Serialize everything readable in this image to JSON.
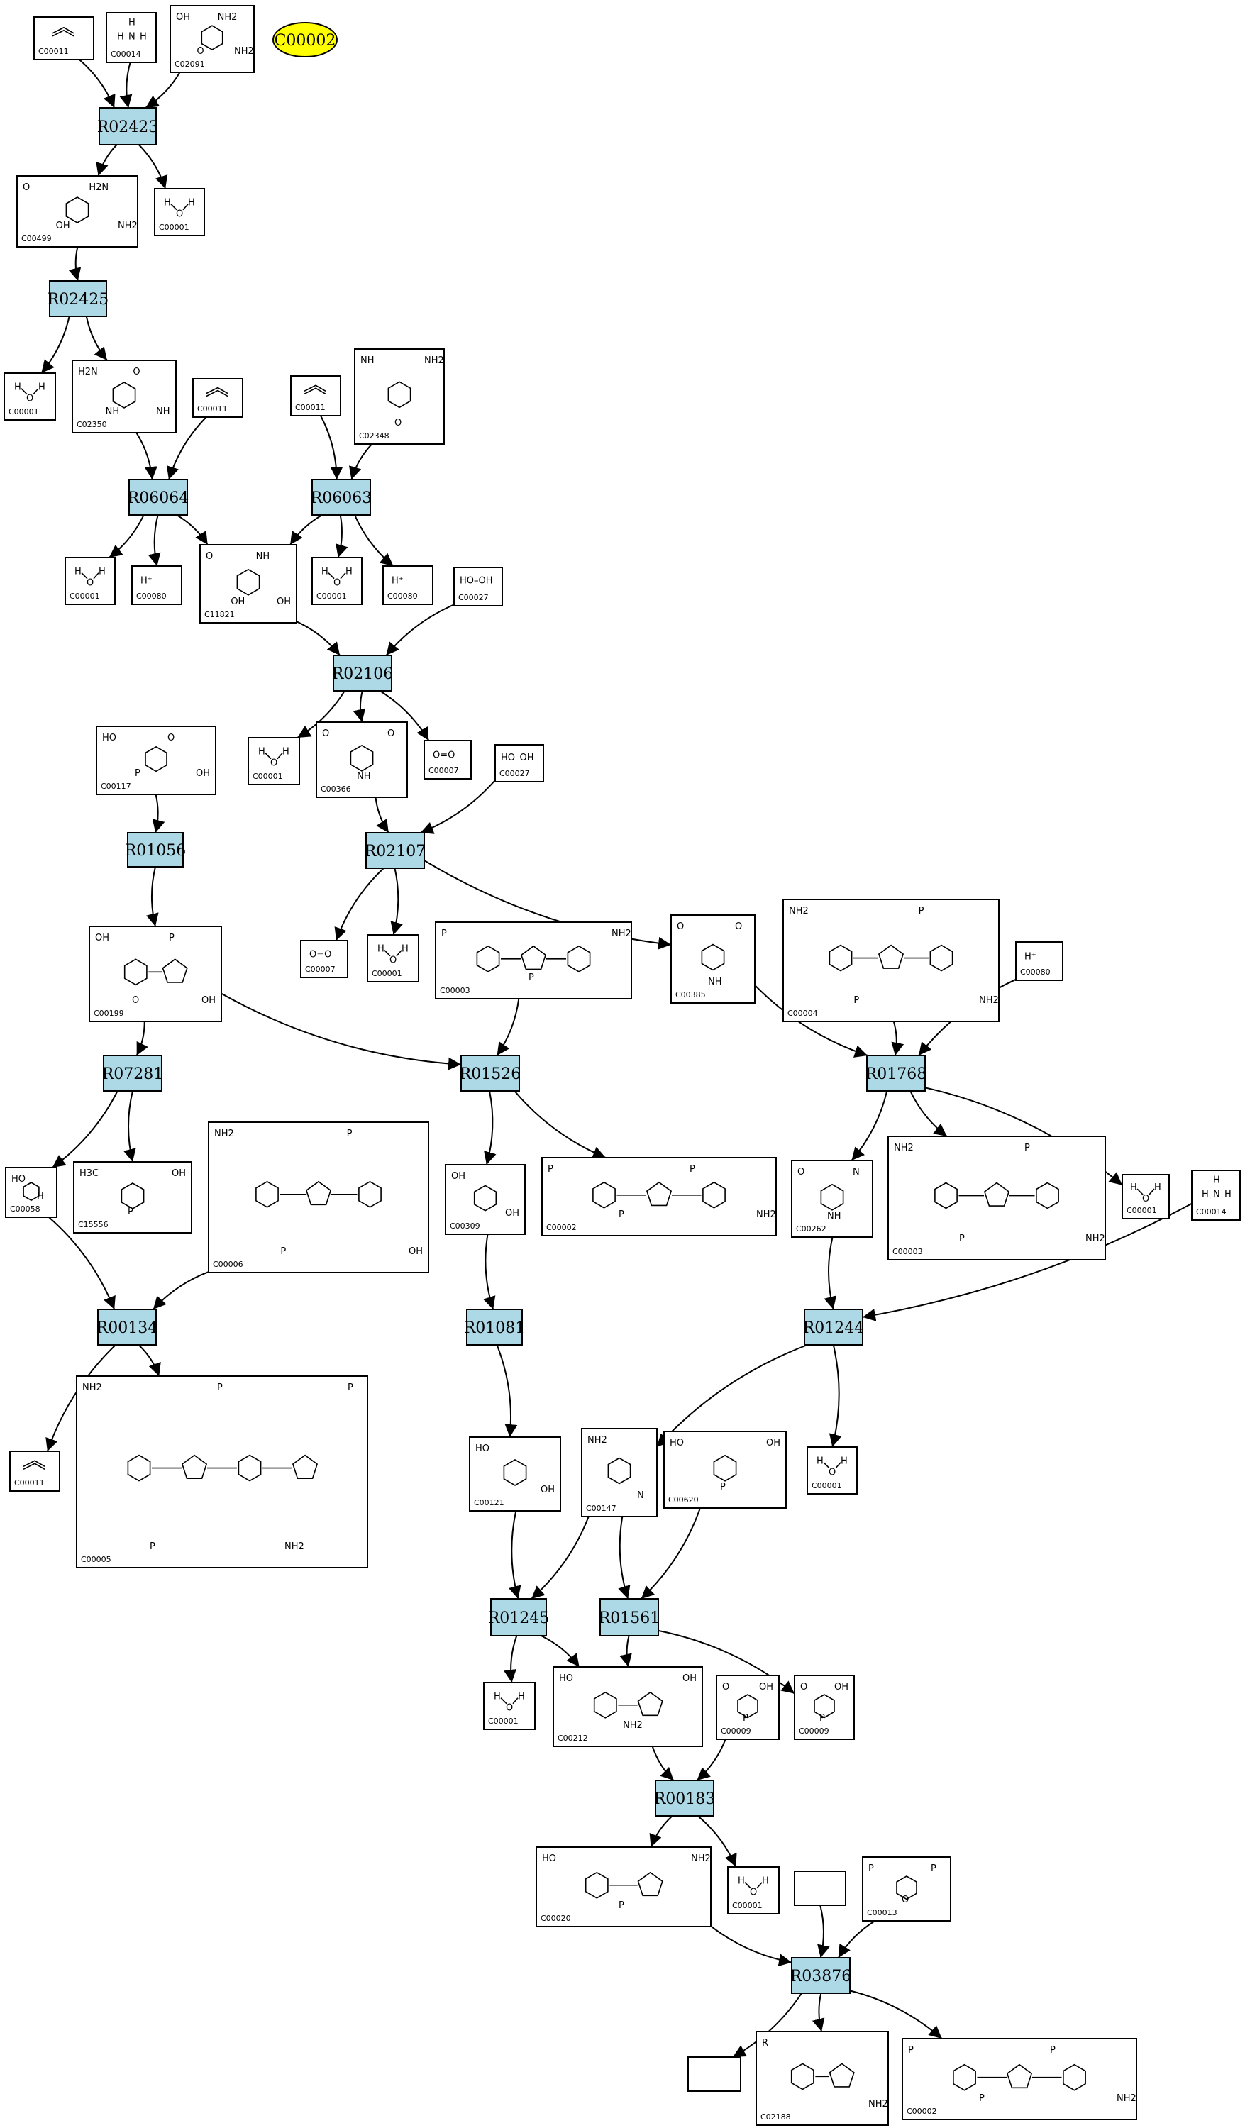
{
  "diagram": {
    "highlighted": "C00002",
    "colors": {
      "reaction": "#add8e6",
      "highlight": "#ffff00",
      "compound": "#ffffff"
    },
    "compounds": [
      {
        "id": "c00011_a",
        "label": "C00011",
        "formula": "O=C=O"
      },
      {
        "id": "c00014_a",
        "label": "C00014",
        "formula": "H-N(H)-H"
      },
      {
        "id": "c02091",
        "label": "C02091",
        "formula": "OH O NH2 NH2"
      },
      {
        "id": "c00499",
        "label": "C00499",
        "formula": "O OH H2N NH2"
      },
      {
        "id": "c00001_a",
        "label": "C00001",
        "formula": "H-O-H"
      },
      {
        "id": "c00001_b",
        "label": "C00001",
        "formula": "H-O-H"
      },
      {
        "id": "c02350",
        "label": "C02350",
        "formula": "H2N NH O NH"
      },
      {
        "id": "c00011_b",
        "label": "C00011",
        "formula": "O=C=O"
      },
      {
        "id": "c00011_c",
        "label": "C00011",
        "formula": "O=C=O"
      },
      {
        "id": "c02348",
        "label": "C02348",
        "formula": "NH O NH2"
      },
      {
        "id": "c00001_c",
        "label": "C00001",
        "formula": "H-O-H"
      },
      {
        "id": "c00080_a",
        "label": "C00080",
        "formula": "H+"
      },
      {
        "id": "c11821",
        "label": "C11821",
        "formula": "O OH NH OH"
      },
      {
        "id": "c00001_d",
        "label": "C00001",
        "formula": "H-O-H"
      },
      {
        "id": "c00080_b",
        "label": "C00080",
        "formula": "H+"
      },
      {
        "id": "c00027_a",
        "label": "C00027",
        "formula": "HO-OH"
      },
      {
        "id": "c00117",
        "label": "C00117",
        "formula": "HO P O OH"
      },
      {
        "id": "c00001_e",
        "label": "C00001",
        "formula": "H-O-H"
      },
      {
        "id": "c00366",
        "label": "C00366",
        "formula": "O NH O"
      },
      {
        "id": "c00007_a",
        "label": "C00007",
        "formula": "O=O"
      },
      {
        "id": "c00027_b",
        "label": "C00027",
        "formula": "HO-OH"
      },
      {
        "id": "c00199",
        "label": "C00199",
        "formula": "OH O P OH"
      },
      {
        "id": "c00007_b",
        "label": "C00007",
        "formula": "O=O"
      },
      {
        "id": "c00001_f",
        "label": "C00001",
        "formula": "H-O-H"
      },
      {
        "id": "c00003_a",
        "label": "C00003",
        "formula": "P P NH2"
      },
      {
        "id": "c00385",
        "label": "C00385",
        "formula": "O NH O"
      },
      {
        "id": "c00004",
        "label": "C00004",
        "formula": "NH2 P P NH2"
      },
      {
        "id": "c00080_c",
        "label": "C00080",
        "formula": "H+"
      },
      {
        "id": "c00058",
        "label": "C00058",
        "formula": "HO H"
      },
      {
        "id": "c15556",
        "label": "C15556",
        "formula": "H3C P OH"
      },
      {
        "id": "c00006",
        "label": "C00006",
        "formula": "NH2 P P OH"
      },
      {
        "id": "c00309",
        "label": "C00309",
        "formula": "OH OH"
      },
      {
        "id": "c00002_a",
        "label": "C00002",
        "formula": "P P P NH2"
      },
      {
        "id": "c00262",
        "label": "C00262",
        "formula": "O NH N"
      },
      {
        "id": "c00003_b",
        "label": "C00003",
        "formula": "NH2 P P NH2"
      },
      {
        "id": "c00001_g",
        "label": "C00001",
        "formula": "H-O-H"
      },
      {
        "id": "c00014_b",
        "label": "C00014",
        "formula": "H-N(H)-H"
      },
      {
        "id": "c00011_d",
        "label": "C00011",
        "formula": "O=C=O"
      },
      {
        "id": "c00005",
        "label": "C00005",
        "formula": "NH2 P P NH2 P"
      },
      {
        "id": "c00121",
        "label": "C00121",
        "formula": "HO OH"
      },
      {
        "id": "c00147",
        "label": "C00147",
        "formula": "NH2 N"
      },
      {
        "id": "c00620",
        "label": "C00620",
        "formula": "HO P OH"
      },
      {
        "id": "c00001_h",
        "label": "C00001",
        "formula": "H-O-H"
      },
      {
        "id": "c00001_i",
        "label": "C00001",
        "formula": "H-O-H"
      },
      {
        "id": "c00212",
        "label": "C00212",
        "formula": "HO NH2 OH"
      },
      {
        "id": "c00009_a",
        "label": "C00009",
        "formula": "O P OH"
      },
      {
        "id": "c00009_b",
        "label": "C00009",
        "formula": "O P OH"
      },
      {
        "id": "c00020",
        "label": "C00020",
        "formula": "HO P NH2"
      },
      {
        "id": "c00001_j",
        "label": "C00001",
        "formula": "H-O-H"
      },
      {
        "id": "blank_a",
        "label": "",
        "formula": ""
      },
      {
        "id": "c00013",
        "label": "C00013",
        "formula": "P O P"
      },
      {
        "id": "blank_b",
        "label": "",
        "formula": ""
      },
      {
        "id": "c02188",
        "label": "C02188",
        "formula": "R NH2"
      },
      {
        "id": "c00002_b",
        "label": "C00002",
        "formula": "P P P NH2"
      }
    ],
    "reactions": [
      {
        "id": "r02423",
        "label": "R02423"
      },
      {
        "id": "r02425",
        "label": "R02425"
      },
      {
        "id": "r06064",
        "label": "R06064"
      },
      {
        "id": "r06063",
        "label": "R06063"
      },
      {
        "id": "r02106",
        "label": "R02106"
      },
      {
        "id": "r01056",
        "label": "R01056"
      },
      {
        "id": "r02107",
        "label": "R02107"
      },
      {
        "id": "r07281",
        "label": "R07281"
      },
      {
        "id": "r01526",
        "label": "R01526"
      },
      {
        "id": "r01768",
        "label": "R01768"
      },
      {
        "id": "r00134",
        "label": "R00134"
      },
      {
        "id": "r01081",
        "label": "R01081"
      },
      {
        "id": "r01244",
        "label": "R01244"
      },
      {
        "id": "r01245",
        "label": "R01245"
      },
      {
        "id": "r01561",
        "label": "R01561"
      },
      {
        "id": "r00183",
        "label": "R00183"
      },
      {
        "id": "r03876",
        "label": "R03876"
      }
    ],
    "edges": [
      [
        "c00011_a",
        "r02423"
      ],
      [
        "c00014_a",
        "r02423"
      ],
      [
        "c02091",
        "r02423"
      ],
      [
        "r02423",
        "c00499"
      ],
      [
        "r02423",
        "c00001_a"
      ],
      [
        "c00499",
        "r02425"
      ],
      [
        "r02425",
        "c00001_b"
      ],
      [
        "r02425",
        "c02350"
      ],
      [
        "c02350",
        "r06064"
      ],
      [
        "c00011_b",
        "r06064"
      ],
      [
        "c00011_c",
        "r06063"
      ],
      [
        "c02348",
        "r06063"
      ],
      [
        "r06064",
        "c00001_c"
      ],
      [
        "r06064",
        "c00080_a"
      ],
      [
        "r06064",
        "c11821"
      ],
      [
        "r06063",
        "c11821"
      ],
      [
        "r06063",
        "c00001_d"
      ],
      [
        "r06063",
        "c00080_b"
      ],
      [
        "c11821",
        "r02106"
      ],
      [
        "c00027_a",
        "r02106"
      ],
      [
        "r02106",
        "c00001_e"
      ],
      [
        "r02106",
        "c00366"
      ],
      [
        "r02106",
        "c00007_a"
      ],
      [
        "c00366",
        "r02107"
      ],
      [
        "c00027_b",
        "r02107"
      ],
      [
        "r02107",
        "c00007_b"
      ],
      [
        "r02107",
        "c00001_f"
      ],
      [
        "r02107",
        "c00385"
      ],
      [
        "c00117",
        "r01056"
      ],
      [
        "r01056",
        "c00199"
      ],
      [
        "c00199",
        "r07281"
      ],
      [
        "c00199",
        "r01526"
      ],
      [
        "c00003_a",
        "r01526"
      ],
      [
        "c00385",
        "r01768"
      ],
      [
        "c00004",
        "r01768"
      ],
      [
        "c00080_c",
        "r01768"
      ],
      [
        "r07281",
        "c00058"
      ],
      [
        "r07281",
        "c15556"
      ],
      [
        "c00058",
        "r00134"
      ],
      [
        "c00006",
        "r00134"
      ],
      [
        "r01526",
        "c00309"
      ],
      [
        "r01526",
        "c00002_a"
      ],
      [
        "r01768",
        "c00262"
      ],
      [
        "r01768",
        "c00003_b"
      ],
      [
        "r01768",
        "c00001_g"
      ],
      [
        "c00262",
        "r01244"
      ],
      [
        "c00014_b",
        "r01244"
      ],
      [
        "r00134",
        "c00011_d"
      ],
      [
        "r00134",
        "c00005"
      ],
      [
        "c00309",
        "r01081"
      ],
      [
        "r01081",
        "c00121"
      ],
      [
        "r01244",
        "c00147"
      ],
      [
        "r01244",
        "c00001_h"
      ],
      [
        "c00121",
        "r01245"
      ],
      [
        "c00147",
        "r01245"
      ],
      [
        "c00147",
        "r01561"
      ],
      [
        "c00620",
        "r01561"
      ],
      [
        "r01245",
        "c00001_i"
      ],
      [
        "r01245",
        "c00212"
      ],
      [
        "r01561",
        "c00212"
      ],
      [
        "r01561",
        "c00009_b"
      ],
      [
        "c00212",
        "r00183"
      ],
      [
        "c00009_a",
        "r00183"
      ],
      [
        "r00183",
        "c00020"
      ],
      [
        "r00183",
        "c00001_j"
      ],
      [
        "c00020",
        "r03876"
      ],
      [
        "blank_a",
        "r03876"
      ],
      [
        "c00013",
        "r03876"
      ],
      [
        "r03876",
        "blank_b"
      ],
      [
        "r03876",
        "c02188"
      ],
      [
        "r03876",
        "c00002_b"
      ]
    ]
  }
}
